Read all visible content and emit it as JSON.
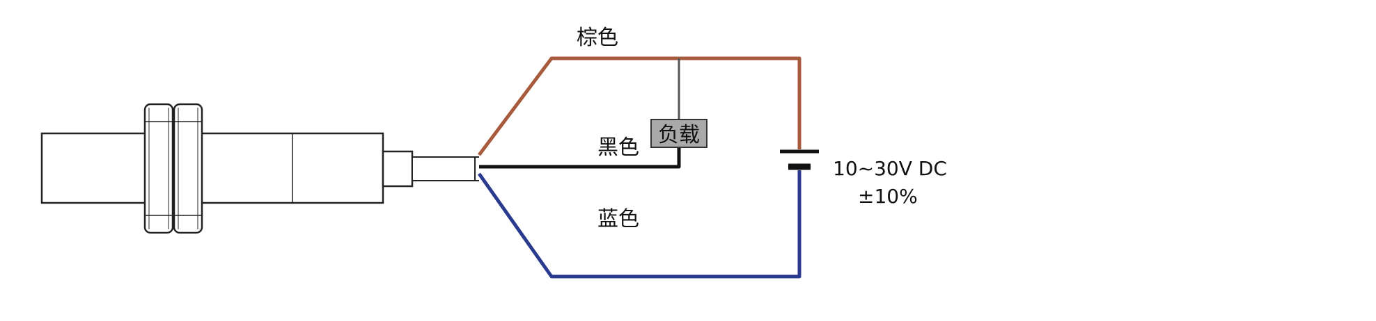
{
  "wires": {
    "brown_label": "棕色",
    "black_label": "黑色",
    "blue_label": "蓝色",
    "brown_color": "#a85a3c",
    "black_color": "#111111",
    "blue_color": "#2a3a8f"
  },
  "load": {
    "label": "负载",
    "fill_color": "#a9a9a9"
  },
  "supply": {
    "voltage": "10~30V DC",
    "tolerance": "±10%"
  }
}
